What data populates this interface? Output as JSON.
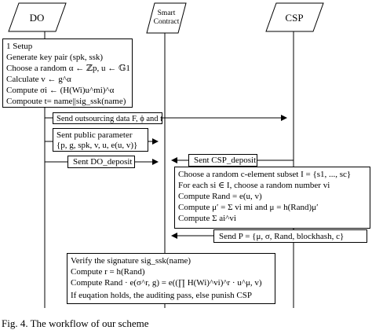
{
  "participants": {
    "do": "DO",
    "smart_contract_line1": "Smart",
    "smart_contract_line2": "Contract",
    "csp": "CSP"
  },
  "setup_box": {
    "lines": [
      "1 Setup",
      "Generate key pair (spk, ssk)",
      "Choose a random α ← ℤp, u ← 𝔾1",
      "Calculate v ← g^α",
      "Compute σi ← (H(Wi)u^mi)^α",
      "Compoute t= name||sig_ssk(name)"
    ]
  },
  "messages": {
    "outsourcing": "Send outsourcing data F, ϕ and t",
    "public_param_line1": "Sent public parameter",
    "public_param_line2": "{p, g, spk, v, u, e(u, v)}",
    "do_deposit": "Sent DO_deposit",
    "csp_deposit": "Sent CSP_deposit",
    "send_proof": "Send P = {μ, σ, Rand, blockhash, c}"
  },
  "challenge_box": {
    "lines": [
      "Choose a random c-element subset I = {s1, ..., sc}",
      "For each si ∈ I, choose a random number vi",
      "Compute Rand = e(u, v)",
      "Compute μ′ = Σ vi mi and μ = h(Rand)μ′",
      "Compute Σ ai^vi"
    ]
  },
  "verify_box": {
    "lines": [
      "Verify the signature sig_ssk(name)",
      "Compute r = h(Rand)",
      "Compute Rand · e(σ^r, g) = e((∏ H(Wi)^vi)^r · u^μ, v)",
      "If euqation holds, the auditing pass, else punish CSP"
    ]
  },
  "caption": "Fig. 4.   The workflow of our scheme"
}
